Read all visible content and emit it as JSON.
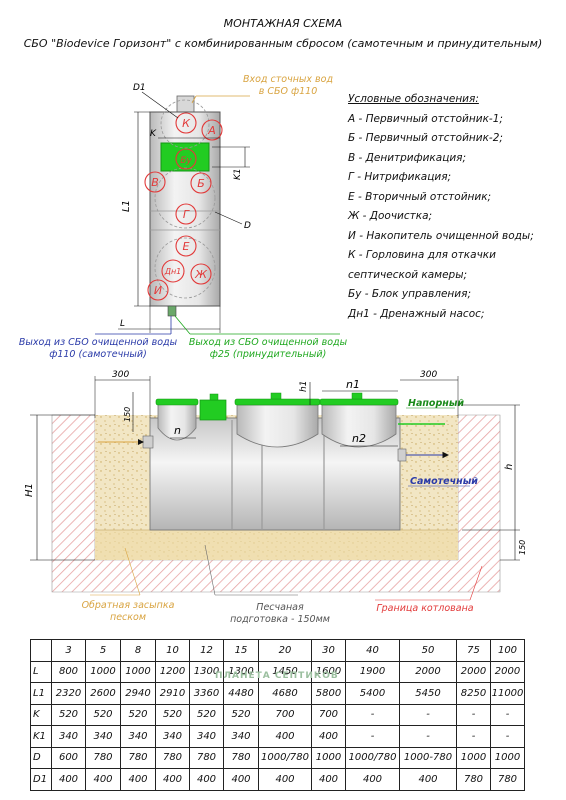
{
  "title": {
    "line1": "МОНТАЖНАЯ СХЕМА",
    "line2": "СБО \"Biodevice Горизонт\" с комбинированным сбросом (самотечным и принудительным)"
  },
  "legend": {
    "header": "Условные обозначения:",
    "items": [
      "А - Первичный отстойник-1;",
      "Б - Первичный отстойник-2;",
      "В - Денитрификация;",
      "Г - Нитрификация;",
      "Е - Вторичный отстойник;",
      "Ж - Доочистка;",
      "И - Накопитель очищенной воды;",
      "К - Горловина для откачки",
      "септической камеры;",
      "Бу - Блок управления;",
      "Дн1 - Дренажный насос;"
    ]
  },
  "plan": {
    "inlet_line1": "Вход сточных вод",
    "inlet_line2": "в СБО ф110",
    "dims": {
      "d1": "D1",
      "k": "K",
      "k1": "K1",
      "l1": "L1",
      "d": "D",
      "l": "L"
    },
    "zones": {
      "k": "К",
      "a": "А",
      "bu": "Бу",
      "b": "Б",
      "v": "В",
      "g": "Г",
      "e": "Е",
      "dn1": "Дн1",
      "zh": "Ж",
      "i": "И"
    },
    "outlet_gravity_line1": "Выход из СБО очищенной воды",
    "outlet_gravity_line2": "ф110 (самотечный)",
    "outlet_pump_line1": "Выход из СБО очищенной воды",
    "outlet_pump_line2": "ф25 (принудительный)"
  },
  "section": {
    "dim_left": "300",
    "dim_right": "300",
    "dim_150_top": "150",
    "h1_small": "h1",
    "n1": "n1",
    "n": "n",
    "n2": "n2",
    "pressure": "Напорный",
    "gravity": "Самотечный",
    "h": "h",
    "big_h1": "H1",
    "dim_150_bottom": "150",
    "backfill_line1": "Обратная засыпка",
    "backfill_line2": "песком",
    "sand_line1": "Песчаная",
    "sand_line2": "подготовка - 150мм",
    "pit_border": "Граница котлована"
  },
  "table": {
    "header": [
      "",
      "3",
      "5",
      "8",
      "10",
      "12",
      "15",
      "20",
      "30",
      "40",
      "50",
      "75",
      "100"
    ],
    "rows": [
      [
        "L",
        "800",
        "1000",
        "1000",
        "1200",
        "1300",
        "1300",
        "1450",
        "1600",
        "1900",
        "2000",
        "2000",
        "2000"
      ],
      [
        "L1",
        "2320",
        "2600",
        "2940",
        "2910",
        "3360",
        "4480",
        "4680",
        "5800",
        "5400",
        "5450",
        "8250",
        "11000"
      ],
      [
        "K",
        "520",
        "520",
        "520",
        "520",
        "520",
        "520",
        "700",
        "700",
        "-",
        "-",
        "-",
        "-"
      ],
      [
        "K1",
        "340",
        "340",
        "340",
        "340",
        "340",
        "340",
        "400",
        "400",
        "-",
        "-",
        "-",
        "-"
      ],
      [
        "D",
        "600",
        "780",
        "780",
        "780",
        "780",
        "780",
        "1000/780",
        "1000",
        "1000/780",
        "1000-780",
        "1000",
        "1000"
      ],
      [
        "D1",
        "400",
        "400",
        "400",
        "400",
        "400",
        "400",
        "400",
        "400",
        "400",
        "400",
        "780",
        "780"
      ]
    ]
  },
  "watermark": "ПЛАНЕТА СЕПТИКОВ",
  "colors": {
    "red": "#e23a3a",
    "green": "#22cc22",
    "blue": "#2a3aa8",
    "orange": "#d9a441",
    "hatch": "#e7a3a3",
    "sand": "#f2e6c4"
  }
}
